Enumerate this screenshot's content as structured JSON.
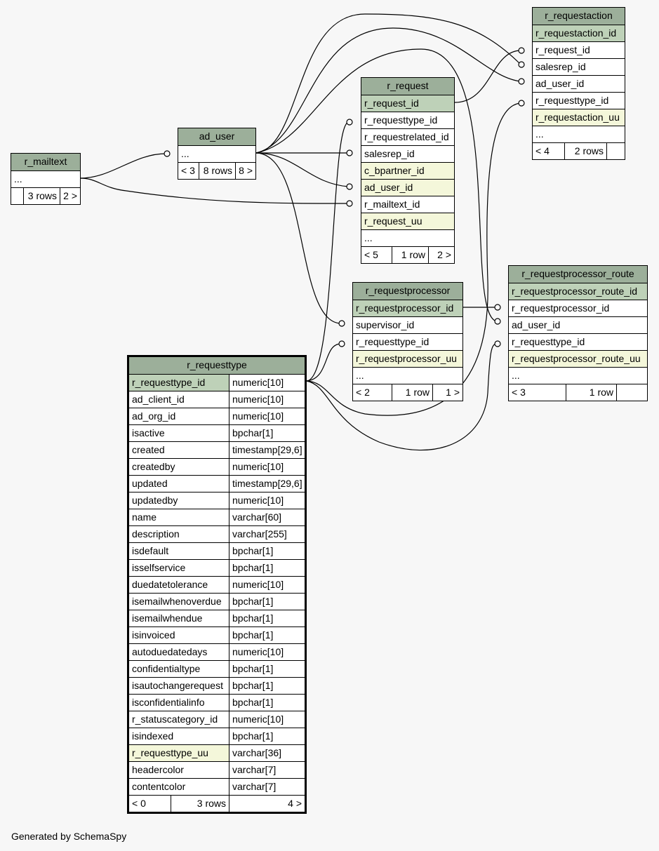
{
  "tables": {
    "r_mailtext": {
      "name": "r_mailtext",
      "rows": [
        "..."
      ],
      "footer": [
        "",
        "3 rows",
        "2 >"
      ]
    },
    "ad_user": {
      "name": "ad_user",
      "rows": [
        "..."
      ],
      "footer": [
        "< 3",
        "8 rows",
        "8 >"
      ]
    },
    "r_request": {
      "name": "r_request",
      "rows": [
        {
          "name": "r_request_id",
          "kind": "pk"
        },
        {
          "name": "r_requesttype_id",
          "kind": ""
        },
        {
          "name": "r_requestrelated_id",
          "kind": ""
        },
        {
          "name": "salesrep_id",
          "kind": ""
        },
        {
          "name": "c_bpartner_id",
          "kind": "idx"
        },
        {
          "name": "ad_user_id",
          "kind": "idx"
        },
        {
          "name": "r_mailtext_id",
          "kind": ""
        },
        {
          "name": "r_request_uu",
          "kind": "idx"
        },
        {
          "name": "...",
          "kind": ""
        }
      ],
      "footer": [
        "< 5",
        "1 row",
        "2 >"
      ]
    },
    "r_requestaction": {
      "name": "r_requestaction",
      "rows": [
        {
          "name": "r_requestaction_id",
          "kind": "pk"
        },
        {
          "name": "r_request_id",
          "kind": ""
        },
        {
          "name": "salesrep_id",
          "kind": ""
        },
        {
          "name": "ad_user_id",
          "kind": ""
        },
        {
          "name": "r_requesttype_id",
          "kind": ""
        },
        {
          "name": "r_requestaction_uu",
          "kind": "idx"
        },
        {
          "name": "...",
          "kind": ""
        }
      ],
      "footer": [
        "< 4",
        "2 rows",
        ""
      ]
    },
    "r_requestprocessor": {
      "name": "r_requestprocessor",
      "rows": [
        {
          "name": "r_requestprocessor_id",
          "kind": "pk"
        },
        {
          "name": "supervisor_id",
          "kind": ""
        },
        {
          "name": "r_requesttype_id",
          "kind": ""
        },
        {
          "name": "r_requestprocessor_uu",
          "kind": "idx"
        },
        {
          "name": "...",
          "kind": ""
        }
      ],
      "footer": [
        "< 2",
        "1 row",
        "1 >"
      ]
    },
    "r_requestprocessor_route": {
      "name": "r_requestprocessor_route",
      "rows": [
        {
          "name": "r_requestprocessor_route_id",
          "kind": "pk"
        },
        {
          "name": "r_requestprocessor_id",
          "kind": ""
        },
        {
          "name": "ad_user_id",
          "kind": ""
        },
        {
          "name": "r_requesttype_id",
          "kind": ""
        },
        {
          "name": "r_requestprocessor_route_uu",
          "kind": "idx"
        },
        {
          "name": "...",
          "kind": ""
        }
      ],
      "footer": [
        "< 3",
        "1 row",
        ""
      ]
    },
    "r_requesttype": {
      "name": "r_requesttype",
      "columns": [
        {
          "name": "r_requesttype_id",
          "type": "numeric[10]",
          "kind": "pk"
        },
        {
          "name": "ad_client_id",
          "type": "numeric[10]",
          "kind": ""
        },
        {
          "name": "ad_org_id",
          "type": "numeric[10]",
          "kind": ""
        },
        {
          "name": "isactive",
          "type": "bpchar[1]",
          "kind": ""
        },
        {
          "name": "created",
          "type": "timestamp[29,6]",
          "kind": ""
        },
        {
          "name": "createdby",
          "type": "numeric[10]",
          "kind": ""
        },
        {
          "name": "updated",
          "type": "timestamp[29,6]",
          "kind": ""
        },
        {
          "name": "updatedby",
          "type": "numeric[10]",
          "kind": ""
        },
        {
          "name": "name",
          "type": "varchar[60]",
          "kind": ""
        },
        {
          "name": "description",
          "type": "varchar[255]",
          "kind": ""
        },
        {
          "name": "isdefault",
          "type": "bpchar[1]",
          "kind": ""
        },
        {
          "name": "isselfservice",
          "type": "bpchar[1]",
          "kind": ""
        },
        {
          "name": "duedatetolerance",
          "type": "numeric[10]",
          "kind": ""
        },
        {
          "name": "isemailwhenoverdue",
          "type": "bpchar[1]",
          "kind": ""
        },
        {
          "name": "isemailwhendue",
          "type": "bpchar[1]",
          "kind": ""
        },
        {
          "name": "isinvoiced",
          "type": "bpchar[1]",
          "kind": ""
        },
        {
          "name": "autoduedatedays",
          "type": "numeric[10]",
          "kind": ""
        },
        {
          "name": "confidentialtype",
          "type": "bpchar[1]",
          "kind": ""
        },
        {
          "name": "isautochangerequest",
          "type": "bpchar[1]",
          "kind": ""
        },
        {
          "name": "isconfidentialinfo",
          "type": "bpchar[1]",
          "kind": ""
        },
        {
          "name": "r_statuscategory_id",
          "type": "numeric[10]",
          "kind": ""
        },
        {
          "name": "isindexed",
          "type": "bpchar[1]",
          "kind": ""
        },
        {
          "name": "r_requesttype_uu",
          "type": "varchar[36]",
          "kind": "idx"
        },
        {
          "name": "headercolor",
          "type": "varchar[7]",
          "kind": ""
        },
        {
          "name": "contentcolor",
          "type": "varchar[7]",
          "kind": ""
        }
      ],
      "footer": [
        "< 0",
        "3 rows",
        "4 >"
      ]
    }
  },
  "colors": {
    "header": "#9caf9a",
    "primary_key": "#bed1b8",
    "indexed": "#f4f7da",
    "background": "#f7f7f7"
  },
  "credit": "Generated by SchemaSpy"
}
